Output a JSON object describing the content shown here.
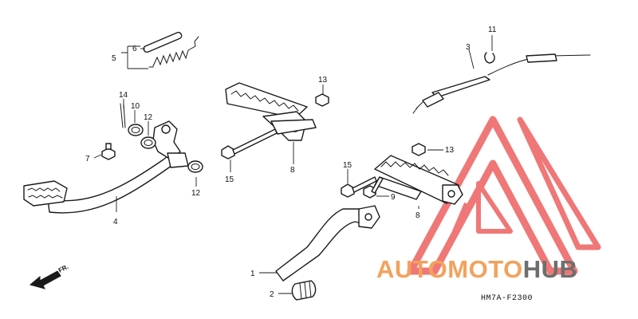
{
  "diagram_code": "HM7A-F2300",
  "direction_label": "FR.",
  "watermark": {
    "part_auto": "AUTO",
    "part_moto": "MOTO",
    "part_hub": "HUB",
    "color_auto_moto": "#f2a25c",
    "color_hub": "#6e6e6e",
    "logo_color": "#ec4a4a"
  },
  "callouts": {
    "c1": "1",
    "c2": "2",
    "c3": "3",
    "c4": "4",
    "c5": "5",
    "c6": "6",
    "c7": "7",
    "c8a": "8",
    "c8b": "8",
    "c9": "9",
    "c10": "10",
    "c11": "11",
    "c12a": "12",
    "c12b": "12",
    "c13a": "13",
    "c13b": "13",
    "c14": "14",
    "c15a": "15",
    "c15b": "15"
  }
}
